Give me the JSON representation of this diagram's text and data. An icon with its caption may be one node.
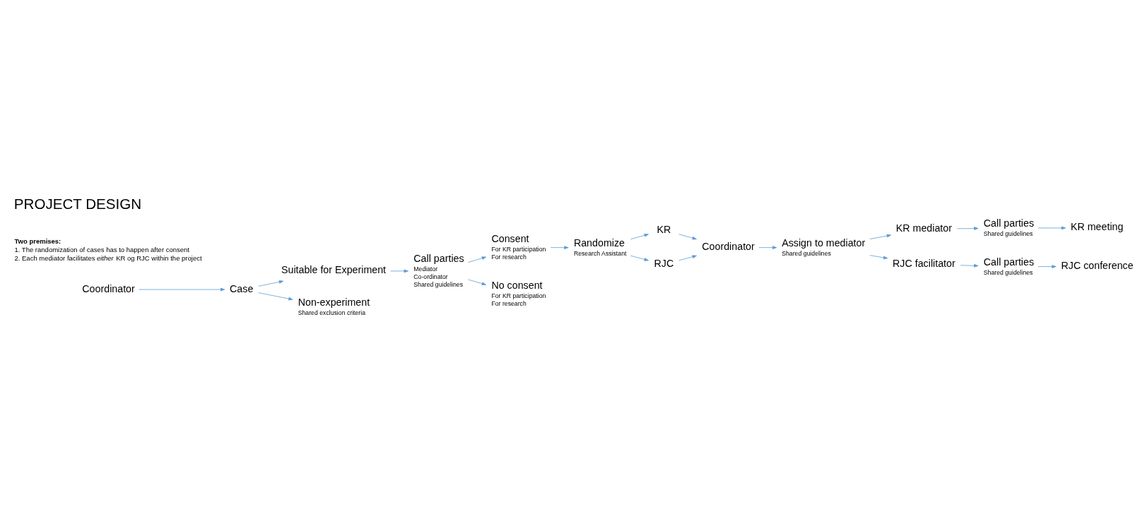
{
  "diagram": {
    "title": "PROJECT DESIGN",
    "nodes": [
      {
        "text": [
          "Coordinator"
        ]
      },
      {
        "text": [
          "Case"
        ]
      },
      {
        "text": [
          "Suitable for Experiment"
        ]
      },
      {
        "text": [
          "Call parties",
          "Mediator",
          "Co-ordinator",
          "Shared guidelines"
        ]
      },
      {
        "text": [
          "Consent",
          "For KR participation",
          "For research"
        ]
      },
      {
        "text": [
          "Randomize",
          "Research Assistant"
        ]
      },
      {
        "text": [
          "KR"
        ]
      },
      {
        "text": [
          "RJC"
        ]
      },
      {
        "text": [
          "Coordinator"
        ]
      },
      {
        "text": [
          "Assign to mediator",
          "Shared guidelines"
        ]
      },
      {
        "text": [
          "KR mediator"
        ]
      },
      {
        "text": [
          "RJC facilitator"
        ]
      },
      {
        "text": [
          "Call parties",
          "Shared guidelines"
        ]
      },
      {
        "text": [
          "Call parties",
          "Shared guidelines"
        ]
      },
      {
        "text": [
          "KR meeting"
        ]
      },
      {
        "text": [
          "RJC conference"
        ]
      },
      {
        "text": [
          "Non-experiment",
          "Shared exclusion criteria"
        ]
      },
      {
        "text": [
          "No consent",
          "For KR participation",
          "For research"
        ]
      }
    ],
    "edges": [
      {
        "from": 0,
        "to": 1,
        "arrow": "to"
      },
      {
        "from": 1,
        "to": 2,
        "arrow": "to"
      },
      {
        "from": 2,
        "to": 3,
        "arrow": "to"
      },
      {
        "from": 3,
        "to": 4,
        "arrow": "to"
      },
      {
        "from": 3,
        "to": 17,
        "arrow": "to"
      },
      {
        "from": 1,
        "to": 16,
        "arrow": "to"
      },
      {
        "from": 4,
        "to": 5,
        "arrow": "to"
      },
      {
        "from": 5,
        "to": 6,
        "arrow": "to"
      },
      {
        "from": 5,
        "to": 7,
        "arrow": "to"
      },
      {
        "from": 6,
        "to": 8,
        "arrow": "to"
      },
      {
        "from": 7,
        "to": 8,
        "arrow": "to"
      },
      {
        "from": 8,
        "to": 9,
        "arrow": "to"
      },
      {
        "from": 9,
        "to": 10,
        "arrow": "to"
      },
      {
        "from": 9,
        "to": 11,
        "arrow": "to"
      },
      {
        "from": 10,
        "to": 12,
        "arrow": "to"
      },
      {
        "from": 11,
        "to": 13,
        "arrow": "to"
      },
      {
        "from": 12,
        "to": 14,
        "arrow": "to"
      },
      {
        "from": 13,
        "to": 15,
        "arrow": "to"
      }
    ],
    "labels": [
      "Two premises:",
      "1. The randomization of cases has to happen after consent",
      "2. Each mediator facilitates *either* KR og RJC within the project"
    ]
  }
}
